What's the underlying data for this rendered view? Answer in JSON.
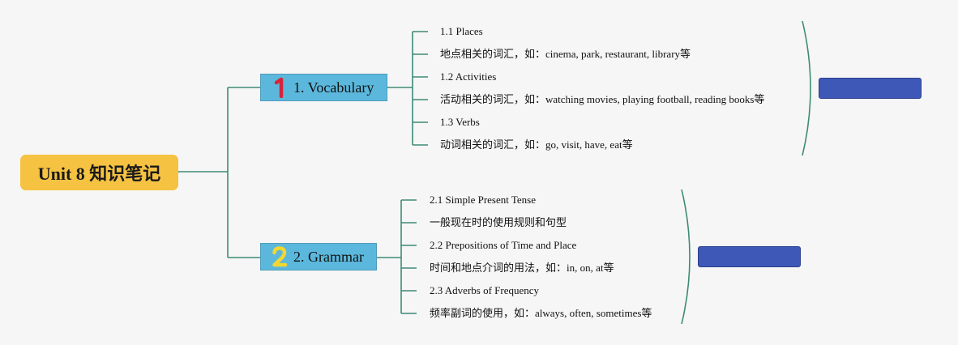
{
  "root": {
    "title": "Unit 8 知识笔记"
  },
  "branches": [
    {
      "number": "1",
      "label": "1. Vocabulary",
      "number_color": "#d8243a",
      "items": [
        {
          "text": "1.1 Places"
        },
        {
          "text": "地点相关的词汇，如：cinema, park, restaurant, library等"
        },
        {
          "text": "1.2 Activities"
        },
        {
          "text": "活动相关的词汇，如：watching movies, playing football, reading books等"
        },
        {
          "text": "1.3 Verbs"
        },
        {
          "text": "动词相关的词汇，如：go, visit, have, eat等"
        }
      ]
    },
    {
      "number": "2",
      "label": "2. Grammar",
      "number_color": "#f2d632",
      "items": [
        {
          "text": "2.1 Simple Present Tense"
        },
        {
          "text": "一般现在时的使用规则和句型"
        },
        {
          "text": "2.2 Prepositions of Time and Place"
        },
        {
          "text": "时间和地点介词的用法，如：in, on, at等"
        },
        {
          "text": "2.3 Adverbs of Frequency"
        },
        {
          "text": "频率副词的使用，如：always, often, sometimes等"
        }
      ]
    }
  ],
  "colors": {
    "connector": "#3e8a76",
    "root_fill": "#f5c242",
    "branch_fill": "#5bb8dc",
    "tag_fill": "#3e58b8"
  }
}
